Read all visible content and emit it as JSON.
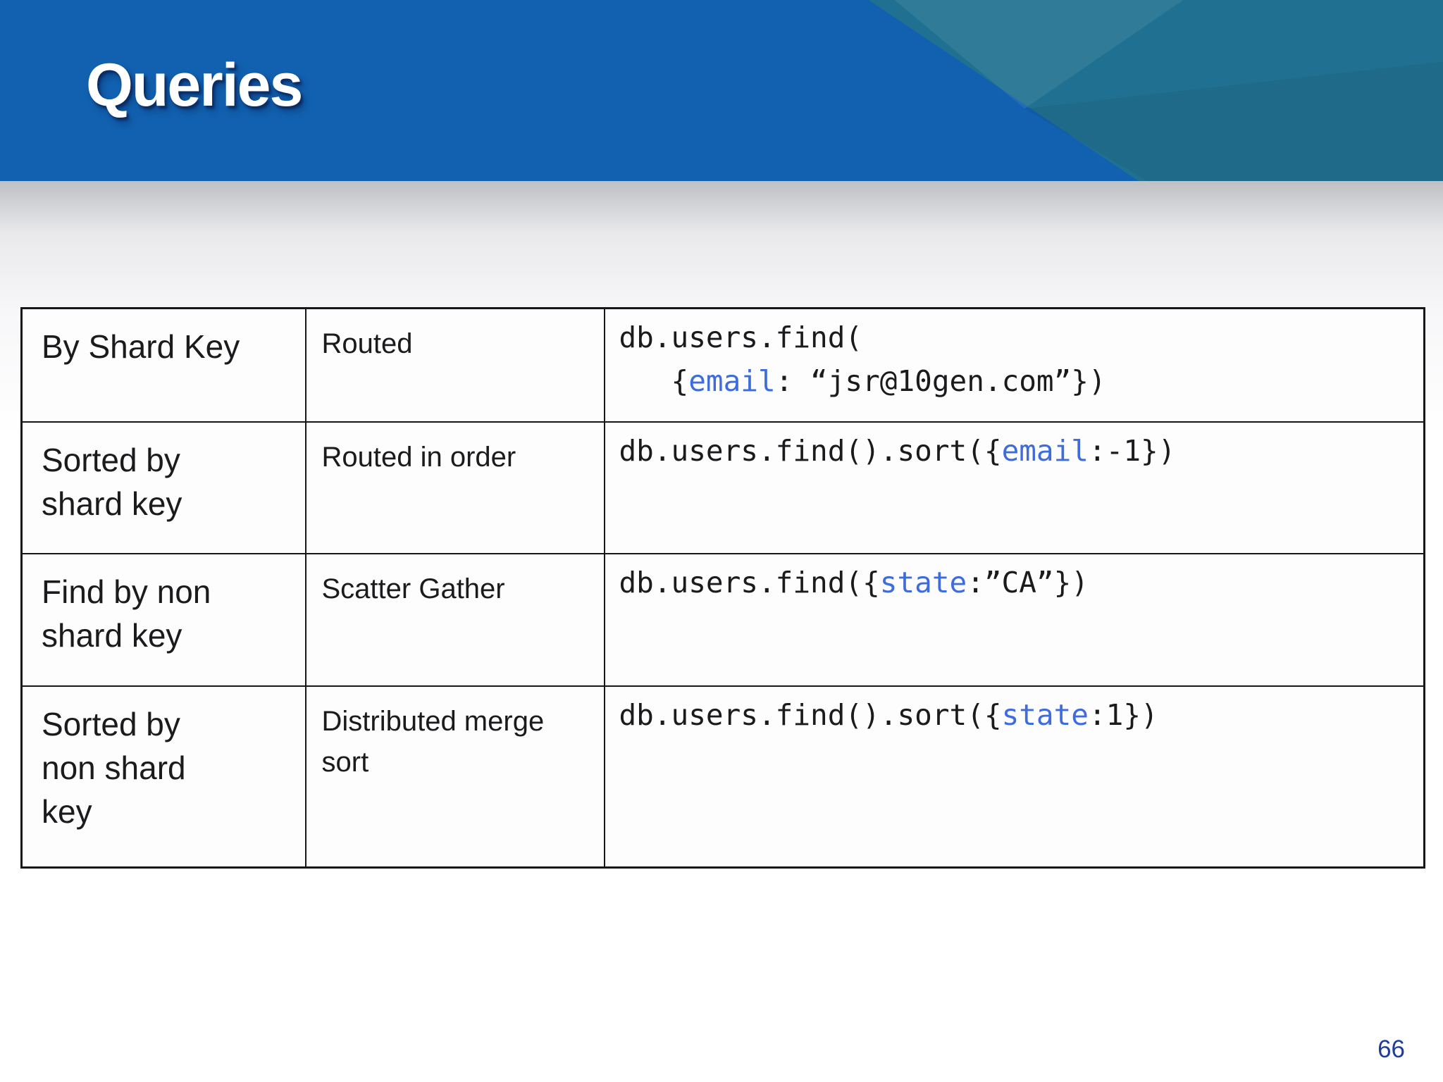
{
  "slide": {
    "title": "Queries",
    "page_number": "66"
  },
  "colors": {
    "banner_blue": "#1161B0",
    "banner_teal": "#207191",
    "code_key_blue": "#3E6CDD",
    "page_number_blue": "#1d3d99",
    "table_border": "#17171a"
  },
  "table": {
    "rows": [
      {
        "query_type": "By Shard Key",
        "behavior": "Routed",
        "code": {
          "line1": "db.users.find(",
          "line2_pre": "   {",
          "key": "email",
          "line2_post": ": “jsr@10gen.com”})"
        }
      },
      {
        "query_type": "Sorted by\nshard key",
        "behavior": "Routed in order",
        "code": {
          "pre": "db.users.find().sort({",
          "key": "email",
          "post": ":-1})"
        }
      },
      {
        "query_type": "Find by non\nshard key",
        "behavior": "Scatter Gather",
        "code": {
          "pre": "db.users.find({",
          "key": "state",
          "post": ":”CA”})"
        }
      },
      {
        "query_type": "Sorted by\nnon shard\nkey",
        "behavior": "Distributed merge\nsort",
        "code": {
          "pre": "db.users.find().sort({",
          "key": "state",
          "post": ":1})"
        }
      }
    ]
  }
}
